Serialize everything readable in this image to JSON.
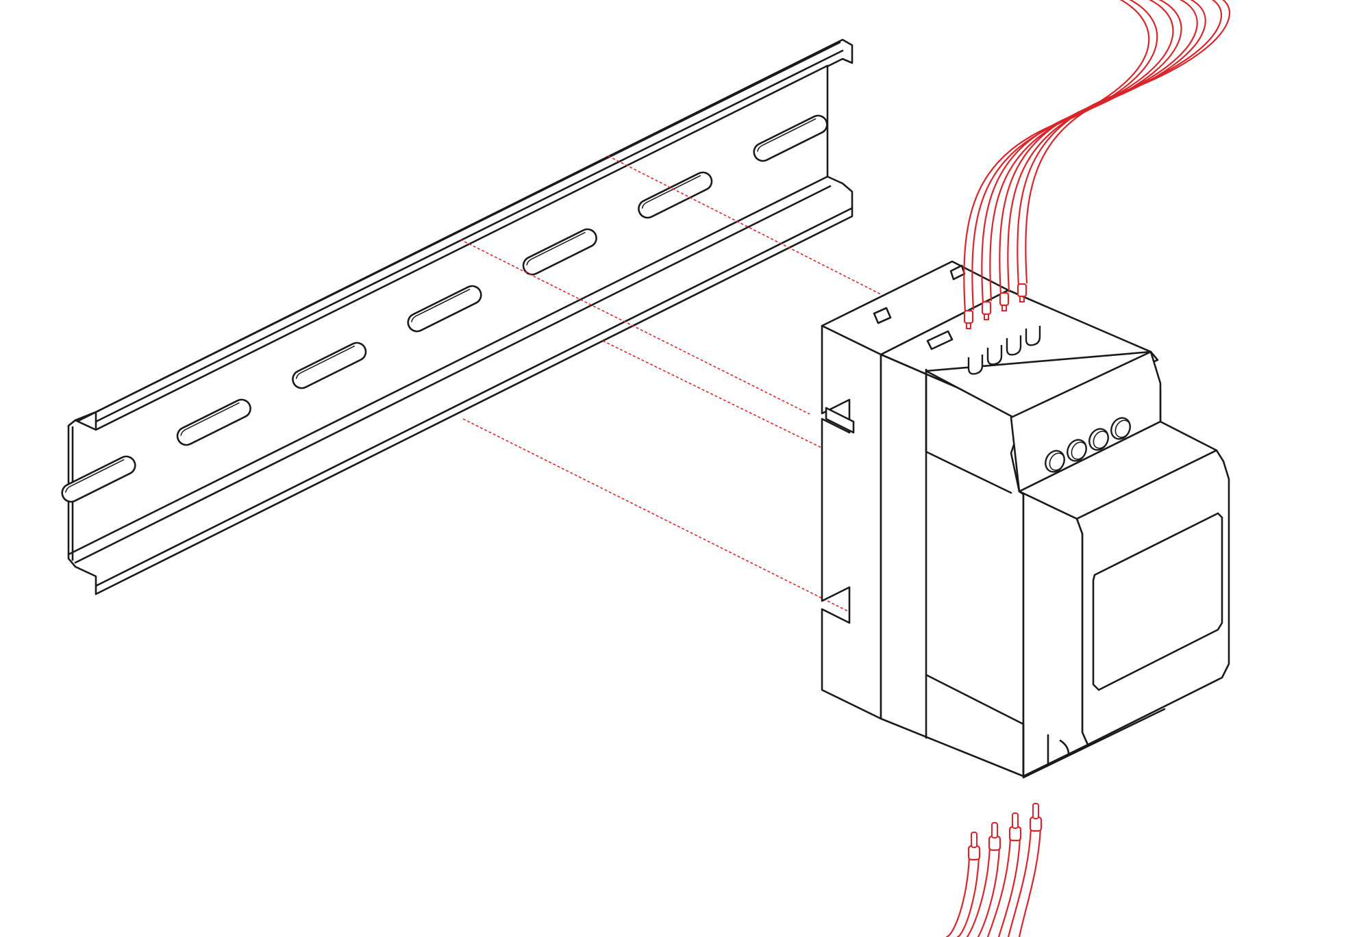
{
  "illustration": {
    "subject": "din-rail-mounting-diagram",
    "colors": {
      "line": "#1a1a1a",
      "wire": "#d9252a",
      "guide": "#d9252a",
      "background": "#ffffff"
    },
    "parts": [
      "din-rail",
      "rail-slots",
      "device-enclosure",
      "terminal-blocks",
      "top-wires",
      "bottom-wires",
      "alignment-guides"
    ],
    "rail_slot_count": 7,
    "top_terminal_count": 4,
    "front_terminal_count": 4,
    "top_wire_count": 4,
    "bottom_wire_count": 4
  }
}
